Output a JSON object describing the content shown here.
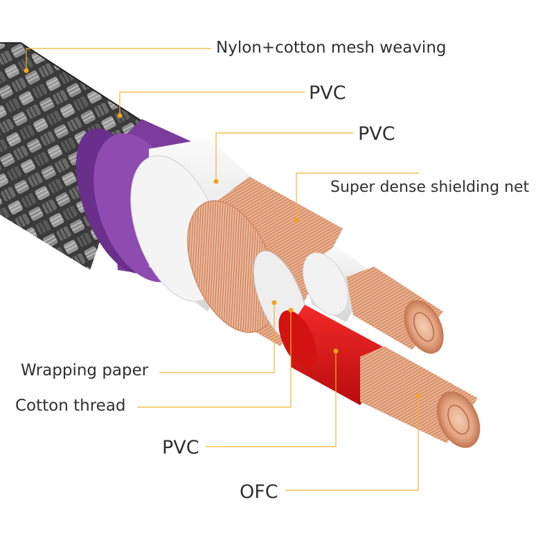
{
  "labels": {
    "nylon_mesh": "Nylon+cotton mesh weaving",
    "pvc_outer": "PVC",
    "pvc_inner": "PVC",
    "shield": "Super dense shielding net",
    "wrapping_paper": "Wrapping paper",
    "cotton_thread": "Cotton thread",
    "pvc_core": "PVC",
    "ofc": "OFC"
  },
  "colors": {
    "leader_line": "#f2b233",
    "leader_dot": "#f2a31b",
    "purple_jacket": "#7b3c9c",
    "red_insulation": "#e01313",
    "copper": "#e8a680",
    "white_insulation": "#ededed"
  }
}
